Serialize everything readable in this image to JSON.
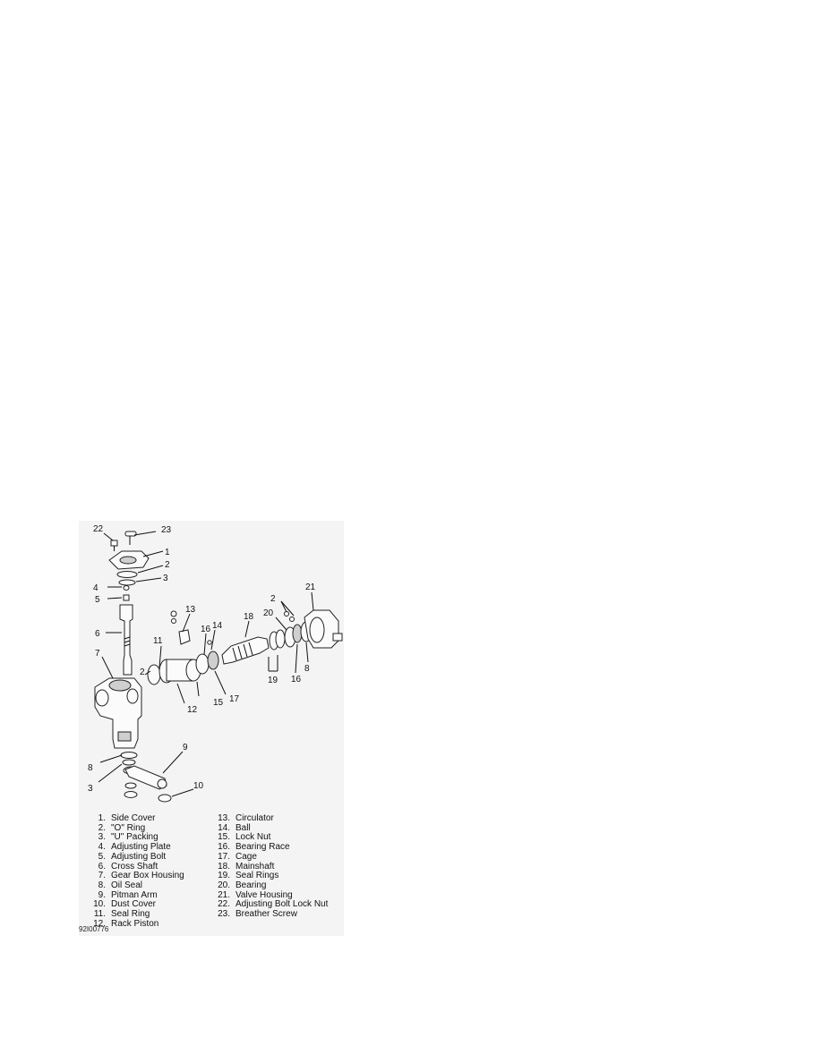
{
  "figure": {
    "callouts": [
      "22",
      "23",
      "1",
      "2",
      "3",
      "4",
      "5",
      "6",
      "7",
      "13",
      "11",
      "2",
      "16",
      "14",
      "18",
      "20",
      "2",
      "21",
      "12",
      "15",
      "17",
      "19",
      "16",
      "8",
      "9",
      "8",
      "3",
      "10"
    ],
    "legend": [
      {
        "num": "1.",
        "label": "Side Cover"
      },
      {
        "num": "2.",
        "label": "\"O\" Ring"
      },
      {
        "num": "3.",
        "label": "\"U\" Packing"
      },
      {
        "num": "4.",
        "label": "Adjusting Plate"
      },
      {
        "num": "5.",
        "label": "Adjusting Bolt"
      },
      {
        "num": "6.",
        "label": "Cross Shaft"
      },
      {
        "num": "7.",
        "label": "Gear Box Housing"
      },
      {
        "num": "8.",
        "label": "Oil Seal"
      },
      {
        "num": "9.",
        "label": "Pitman Arm"
      },
      {
        "num": "10.",
        "label": "Dust Cover"
      },
      {
        "num": "11.",
        "label": "Seal Ring"
      },
      {
        "num": "12.",
        "label": "Rack Piston"
      },
      {
        "num": "13.",
        "label": "Circulator"
      },
      {
        "num": "14.",
        "label": "Ball"
      },
      {
        "num": "15.",
        "label": "Lock Nut"
      },
      {
        "num": "16.",
        "label": "Bearing Race"
      },
      {
        "num": "17.",
        "label": "Cage"
      },
      {
        "num": "18.",
        "label": "Mainshaft"
      },
      {
        "num": "19.",
        "label": "Seal Rings"
      },
      {
        "num": "20.",
        "label": "Bearing"
      },
      {
        "num": "21.",
        "label": "Valve Housing"
      },
      {
        "num": "22.",
        "label": "Adjusting Bolt Lock Nut"
      },
      {
        "num": "23.",
        "label": "Breather Screw"
      }
    ],
    "code": "92I00776"
  }
}
